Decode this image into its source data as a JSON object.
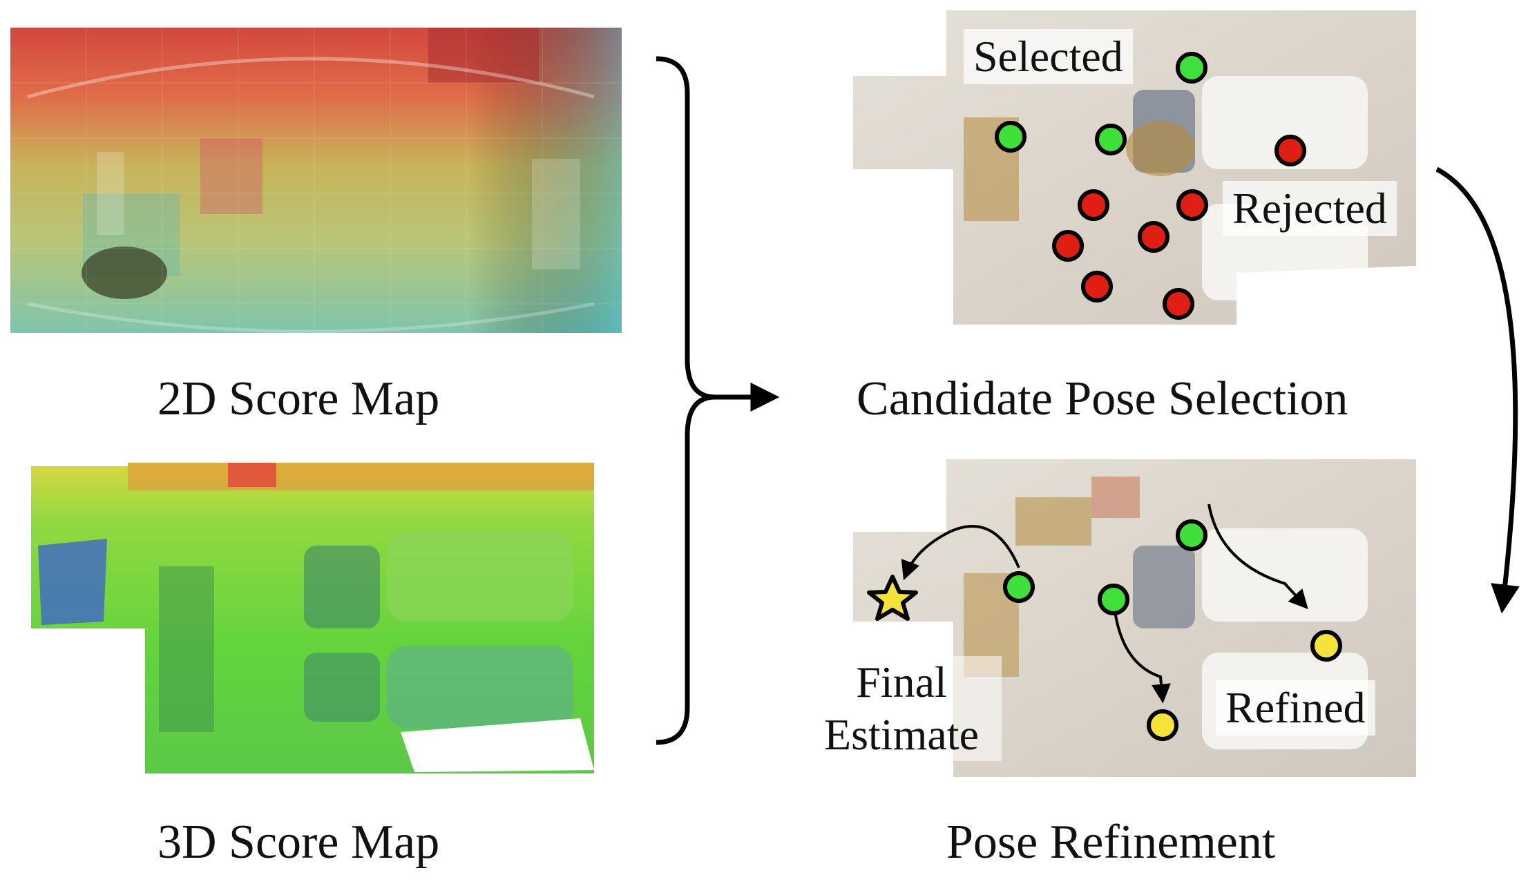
{
  "panels": {
    "score_2d": {
      "caption": "2D Score Map"
    },
    "score_3d": {
      "caption": "3D Score Map"
    },
    "candidate": {
      "caption": "Candidate Pose Selection",
      "selected_label": "Selected",
      "rejected_label": "Rejected"
    },
    "refinement": {
      "caption": "Pose Refinement",
      "refined_label": "Refined",
      "final_label_line1": "Final",
      "final_label_line2": "Estimate"
    }
  },
  "colors": {
    "selected": "#3ee03a",
    "rejected": "#e01e14",
    "refined": "#f5e23a",
    "final": "#f5e23a"
  },
  "icons": [
    "bracket-icon",
    "arrow-icon",
    "star-icon"
  ]
}
